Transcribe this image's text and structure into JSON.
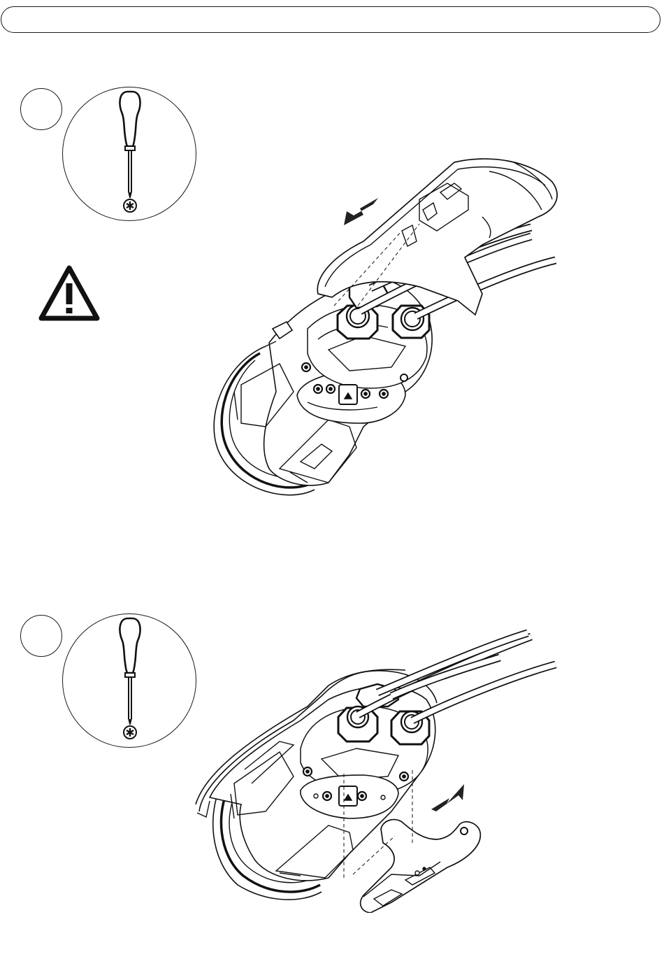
{
  "header": {
    "title": ""
  },
  "steps": [
    {
      "number": "",
      "tool_icon": "torx-screwdriver-icon",
      "warning_icon": "caution-triangle-icon",
      "illustration": "remove-cable-cover-illustration",
      "arrow_direction": "down-left"
    },
    {
      "number": "",
      "tool_icon": "torx-screwdriver-icon",
      "illustration": "attach-cable-cover-illustration",
      "arrow_direction": "up-right"
    }
  ],
  "colors": {
    "ink": "#1a1a1a",
    "arrow": "#222222",
    "background": "#ffffff"
  }
}
